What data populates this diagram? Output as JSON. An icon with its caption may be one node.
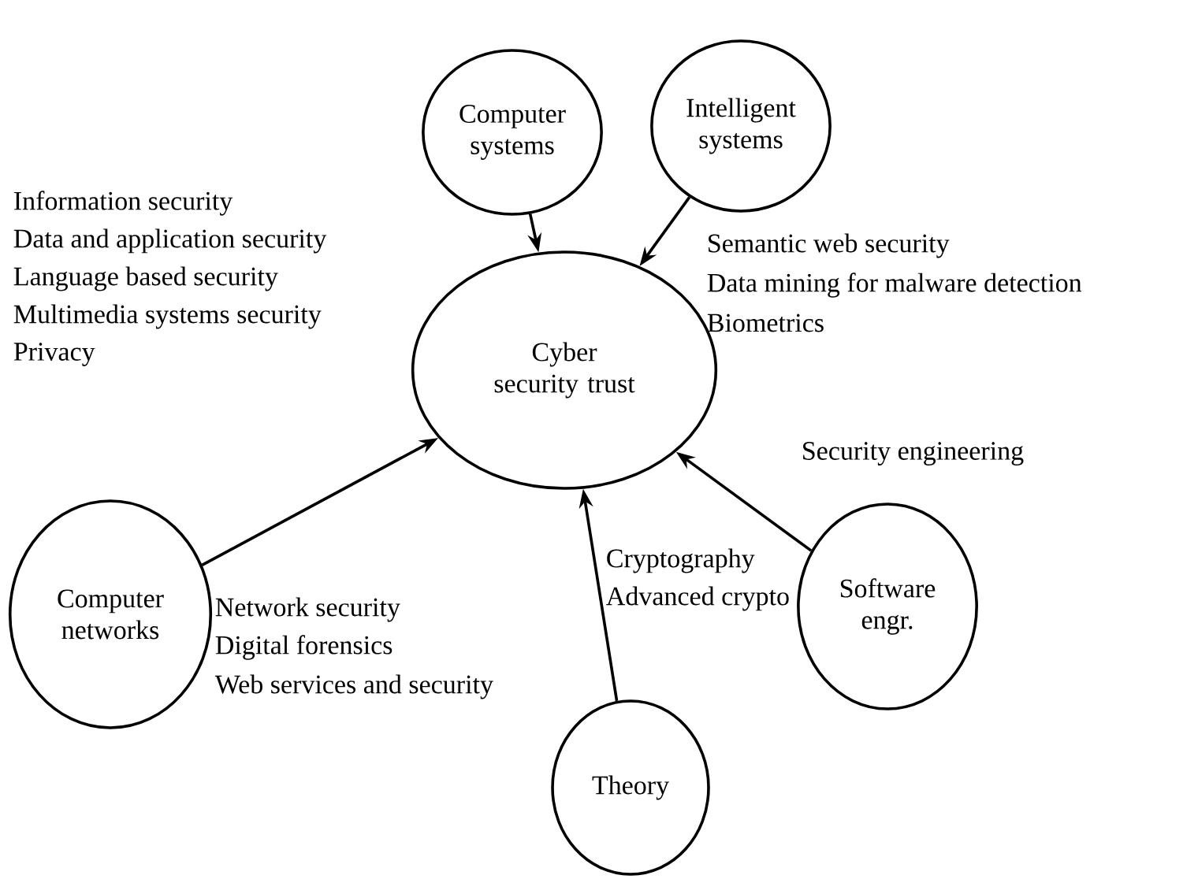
{
  "diagram": {
    "nodes": [
      {
        "text": [
          "Computer systems"
        ]
      },
      {
        "text": [
          "Intelligent systems"
        ]
      },
      {
        "text": [
          "Cyber security trust"
        ]
      },
      {
        "text": [
          "Computer networks"
        ]
      },
      {
        "text": [
          "Theory"
        ]
      },
      {
        "text": [
          "Software engr."
        ]
      }
    ],
    "edges": [
      {
        "from": 0,
        "to": 2,
        "arrow": "to"
      },
      {
        "from": 1,
        "to": 2,
        "arrow": "to"
      },
      {
        "from": 3,
        "to": 2,
        "arrow": "to"
      },
      {
        "from": 4,
        "to": 2,
        "arrow": "to"
      },
      {
        "from": 5,
        "to": 2,
        "arrow": "to"
      }
    ],
    "labels": [
      "Information security",
      "Data and application security",
      "Language based security",
      "Multimedia systems security",
      "Privacy",
      "Semantic web security",
      "Data mining for malware detection",
      "Biometrics",
      "Security engineering",
      "Network security",
      "Digital forensics",
      "Web services and security",
      "Cryptography",
      "Advanced crypto"
    ]
  }
}
